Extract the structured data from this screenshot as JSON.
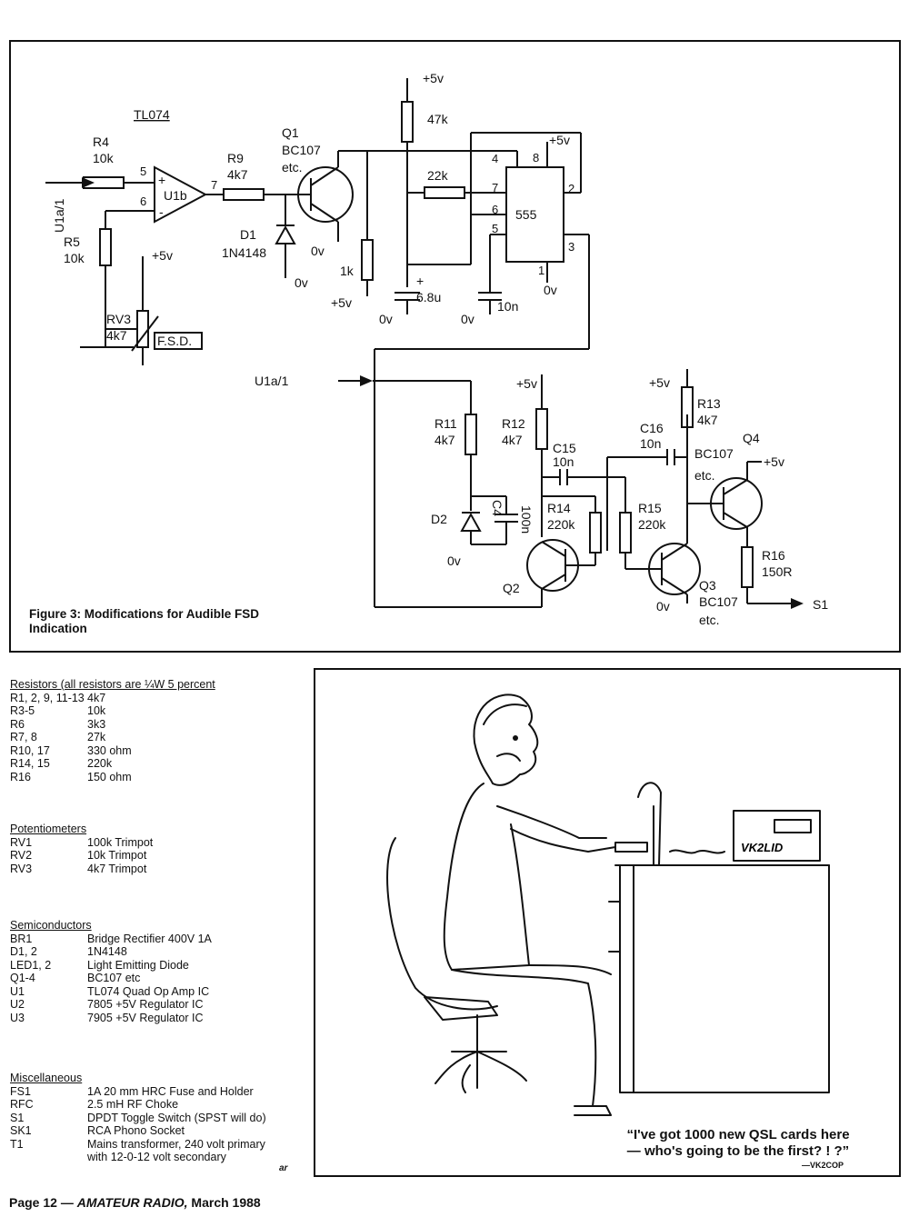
{
  "schematic": {
    "labels": {
      "tl074": "TL074",
      "r4": "R4",
      "r4v": "10k",
      "r5": "R5",
      "r5v": "10k",
      "r9": "R9",
      "r9v": "4k7",
      "q1": "Q1",
      "q1t": "BC107",
      "q1e": "etc.",
      "d1": "D1",
      "d1v": "1N4148",
      "u1b": "U1b",
      "rv3": "RV3",
      "rv3v": "4k7",
      "fsd": "F.S.D.",
      "r47k": "47k",
      "r22k": "22k",
      "r1k": "1k",
      "c68": "6.8u",
      "c10n": "10n",
      "ic555": "555",
      "plus5": "+5v",
      "zero": "0v",
      "u1a": "U1a/1",
      "u1a_side": "U1a/1",
      "r11": "R11",
      "r11v": "4k7",
      "r12": "R12",
      "r12v": "4k7",
      "c15": "C15",
      "c15v": "10n",
      "c16": "C16",
      "c16v": "10n",
      "r13": "R13",
      "r13v": "4k7",
      "q4": "Q4",
      "q4t": "BC107",
      "q4e": "etc.",
      "d2": "D2",
      "c4": "C4",
      "c4v": "100n",
      "r14": "R14",
      "r14v": "220k",
      "r15": "R15",
      "r15v": "220k",
      "r16": "R16",
      "r16v": "150R",
      "q2": "Q2",
      "q3": "Q3",
      "q3t": "BC107",
      "q3e": "etc.",
      "s1": "S1",
      "p5": "5",
      "p6": "6",
      "p7": "7",
      "p4": "4",
      "p8": "8",
      "p2": "2",
      "p7b": "7",
      "p6b": "6",
      "p5b": "5",
      "p3": "3",
      "p1": "1",
      "plus": "+",
      "minus": "-",
      "cplus": "+"
    },
    "caption_line1": "Figure 3: Modifications for Audible FSD",
    "caption_line2": "Indication"
  },
  "parts": {
    "resistors": {
      "title": "Resistors (all resistors are ¼W 5 percent",
      "rows": [
        {
          "ref": "R1, 2, 9, 11-13",
          "desc": "4k7"
        },
        {
          "ref": "R3-5",
          "desc": "10k"
        },
        {
          "ref": "R6",
          "desc": "3k3"
        },
        {
          "ref": "R7, 8",
          "desc": "27k"
        },
        {
          "ref": "R10, 17",
          "desc": "330 ohm"
        },
        {
          "ref": "R14, 15",
          "desc": "220k"
        },
        {
          "ref": "R16",
          "desc": "150 ohm"
        }
      ]
    },
    "potentiometers": {
      "title": "Potentiometers",
      "rows": [
        {
          "ref": "RV1",
          "desc": "100k Trimpot"
        },
        {
          "ref": "RV2",
          "desc": "10k Trimpot"
        },
        {
          "ref": "RV3",
          "desc": "4k7 Trimpot"
        }
      ]
    },
    "semiconductors": {
      "title": "Semiconductors",
      "rows": [
        {
          "ref": "BR1",
          "desc": "Bridge Rectifier 400V 1A"
        },
        {
          "ref": "D1, 2",
          "desc": "1N4148"
        },
        {
          "ref": "LED1, 2",
          "desc": "Light Emitting Diode"
        },
        {
          "ref": "Q1-4",
          "desc": "BC107 etc"
        },
        {
          "ref": "U1",
          "desc": "TL074 Quad Op Amp IC"
        },
        {
          "ref": "U2",
          "desc": "7805 +5V Regulator IC"
        },
        {
          "ref": "U3",
          "desc": "7905 +5V Regulator IC"
        }
      ]
    },
    "miscellaneous": {
      "title": "Miscellaneous",
      "rows": [
        {
          "ref": "FS1",
          "desc": "1A 20 mm HRC Fuse and Holder"
        },
        {
          "ref": "RFC",
          "desc": "2.5 mH RF Choke"
        },
        {
          "ref": "S1",
          "desc": "DPDT Toggle Switch (SPST will do)"
        },
        {
          "ref": "SK1",
          "desc": "RCA Phono Socket"
        },
        {
          "ref": "T1",
          "desc": "Mains transformer, 240 volt primary with 12-0-12 volt secondary"
        }
      ]
    },
    "end_mark": "ar"
  },
  "cartoon": {
    "radio_label": "VK2LID",
    "quote_line1": "“I've got 1000 new QSL cards here",
    "quote_line2": "— who's going to be the first? ! ?”",
    "credit": "—VK2COP"
  },
  "footer": {
    "page": "Page 12 — ",
    "magazine": "AMATEUR RADIO,",
    "date": " March 1988"
  }
}
